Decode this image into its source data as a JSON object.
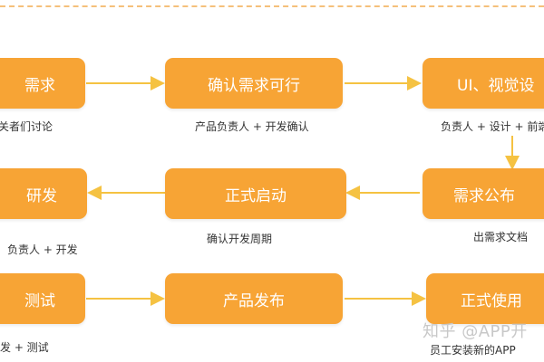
{
  "nodes": {
    "req": {
      "label": "需求",
      "caption": "关者们讨论"
    },
    "confirm": {
      "label": "确认需求可行",
      "caption": "产品负责人 + 开发确认"
    },
    "ui": {
      "label": "UI、视觉设",
      "caption": "负责人 + 设计 + 前端"
    },
    "dev": {
      "label": "研发",
      "caption": "负责人 + 开发"
    },
    "start": {
      "label": "正式启动",
      "caption": "确认开发周期"
    },
    "publish": {
      "label": "需求公布",
      "caption": "出需求文档"
    },
    "test": {
      "label": "测试",
      "caption": "发 + 测试"
    },
    "release": {
      "label": "产品发布",
      "caption": ""
    },
    "use": {
      "label": "正式使用",
      "caption": "员工安装新的APP"
    }
  },
  "watermark": "知乎 @APP开",
  "colors": {
    "box": "#f7a435",
    "arrow": "#f5c242",
    "border": "#f5c07a"
  }
}
